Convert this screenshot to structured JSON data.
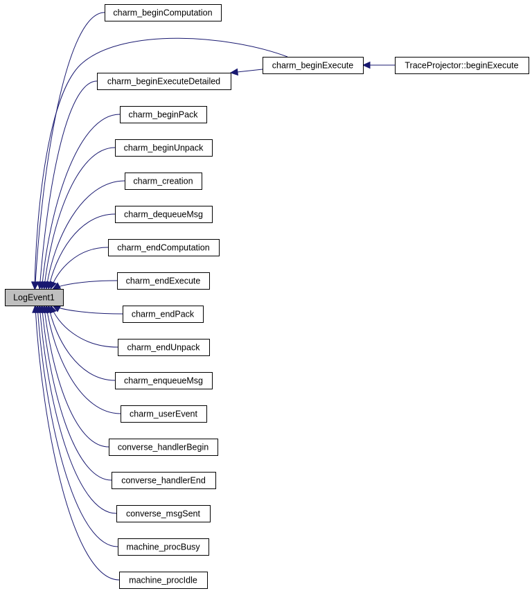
{
  "graph": {
    "root": "LogEvent1",
    "colors": {
      "edge": "#191970",
      "root_fill": "#bfbfbf",
      "node_fill": "#ffffff",
      "border": "#000000"
    },
    "nodes": [
      {
        "id": "n0",
        "label": "LogEvent1",
        "root": true
      },
      {
        "id": "n1",
        "label": "charm_beginComputation"
      },
      {
        "id": "n2",
        "label": "charm_beginExecute"
      },
      {
        "id": "n3",
        "label": "TraceProjector::beginExecute"
      },
      {
        "id": "n4",
        "label": "charm_beginExecuteDetailed"
      },
      {
        "id": "n5",
        "label": "charm_beginPack"
      },
      {
        "id": "n6",
        "label": "charm_beginUnpack"
      },
      {
        "id": "n7",
        "label": "charm_creation"
      },
      {
        "id": "n8",
        "label": "charm_dequeueMsg"
      },
      {
        "id": "n9",
        "label": "charm_endComputation"
      },
      {
        "id": "n10",
        "label": "charm_endExecute"
      },
      {
        "id": "n11",
        "label": "charm_endPack"
      },
      {
        "id": "n12",
        "label": "charm_endUnpack"
      },
      {
        "id": "n13",
        "label": "charm_enqueueMsg"
      },
      {
        "id": "n14",
        "label": "charm_userEvent"
      },
      {
        "id": "n15",
        "label": "converse_handlerBegin"
      },
      {
        "id": "n16",
        "label": "converse_handlerEnd"
      },
      {
        "id": "n17",
        "label": "converse_msgSent"
      },
      {
        "id": "n18",
        "label": "machine_procBusy"
      },
      {
        "id": "n19",
        "label": "machine_procIdle"
      }
    ],
    "edges": [
      {
        "from": "n1",
        "to": "n0"
      },
      {
        "from": "n2",
        "to": "n0"
      },
      {
        "from": "n2",
        "to": "n4"
      },
      {
        "from": "n3",
        "to": "n2"
      },
      {
        "from": "n4",
        "to": "n0"
      },
      {
        "from": "n5",
        "to": "n0"
      },
      {
        "from": "n6",
        "to": "n0"
      },
      {
        "from": "n7",
        "to": "n0"
      },
      {
        "from": "n8",
        "to": "n0"
      },
      {
        "from": "n9",
        "to": "n0"
      },
      {
        "from": "n10",
        "to": "n0"
      },
      {
        "from": "n11",
        "to": "n0"
      },
      {
        "from": "n12",
        "to": "n0"
      },
      {
        "from": "n13",
        "to": "n0"
      },
      {
        "from": "n14",
        "to": "n0"
      },
      {
        "from": "n15",
        "to": "n0"
      },
      {
        "from": "n16",
        "to": "n0"
      },
      {
        "from": "n17",
        "to": "n0"
      },
      {
        "from": "n18",
        "to": "n0"
      },
      {
        "from": "n19",
        "to": "n0"
      }
    ]
  }
}
